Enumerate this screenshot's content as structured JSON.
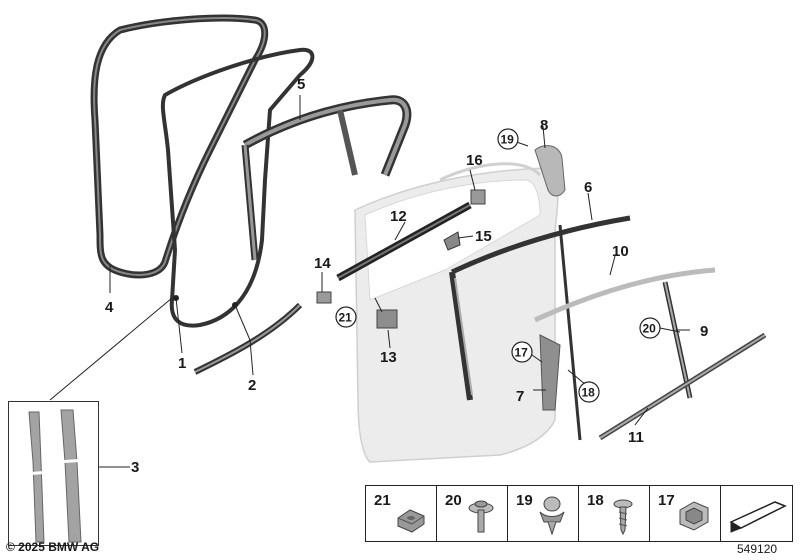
{
  "labels": {
    "p1": "1",
    "p2": "2",
    "p3": "3",
    "p4": "4",
    "p5": "5",
    "p6": "6",
    "p7": "7",
    "p8": "8",
    "p9": "9",
    "p10": "10",
    "p11": "11",
    "p12": "12",
    "p13": "13",
    "p14": "14",
    "p15": "15",
    "p16": "16"
  },
  "circled": {
    "c19": "19",
    "c20": "20",
    "c21": "21",
    "c17": "17",
    "c18": "18"
  },
  "legend": {
    "items": [
      {
        "num": "21",
        "icon": "clip-nut-icon"
      },
      {
        "num": "20",
        "icon": "washer-screw-icon"
      },
      {
        "num": "19",
        "icon": "expanding-rivet-icon"
      },
      {
        "num": "18",
        "icon": "tapping-screw-icon"
      },
      {
        "num": "17",
        "icon": "spring-clip-icon"
      },
      {
        "num": "",
        "icon": "direction-arrow-icon"
      }
    ]
  },
  "copyright": "© 2025 BMW AG",
  "drawing_number": "549120",
  "colors": {
    "seal": "#3a3a3a",
    "door_panel": "#ececec",
    "part_gray": "#9a9a9a",
    "outline": "#222222"
  }
}
